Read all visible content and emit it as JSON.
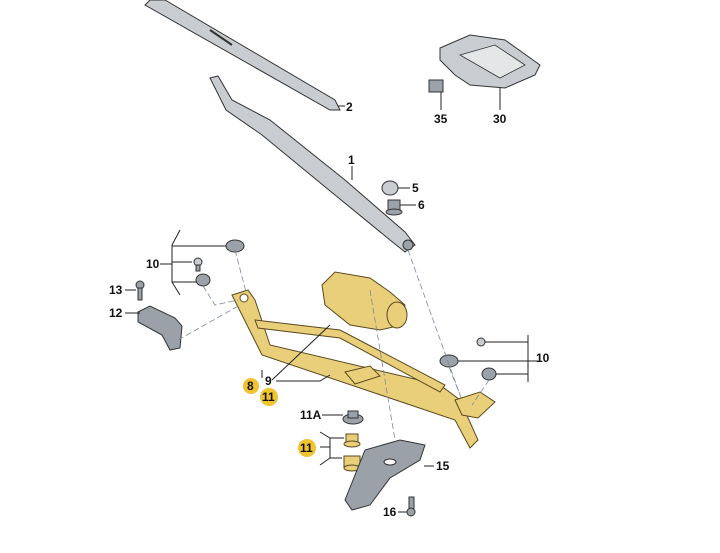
{
  "diagram": {
    "highlight_color": "#f0c330",
    "part_color": "#e9cf7a",
    "callouts": {
      "wiper_blade": "2",
      "wiper_arm": "1",
      "cap": "5",
      "nut_arm": "6",
      "connector": "35",
      "control_unit": "30",
      "mount_left": "10",
      "bolt_left": "13",
      "bracket_left": "12",
      "mount_right": "10",
      "linkage_group": "8",
      "linkage": "9",
      "bush_upper": "11",
      "nut_11a": "11A",
      "bushes": "11",
      "bracket_right": "15",
      "bolt_right": "16"
    }
  }
}
